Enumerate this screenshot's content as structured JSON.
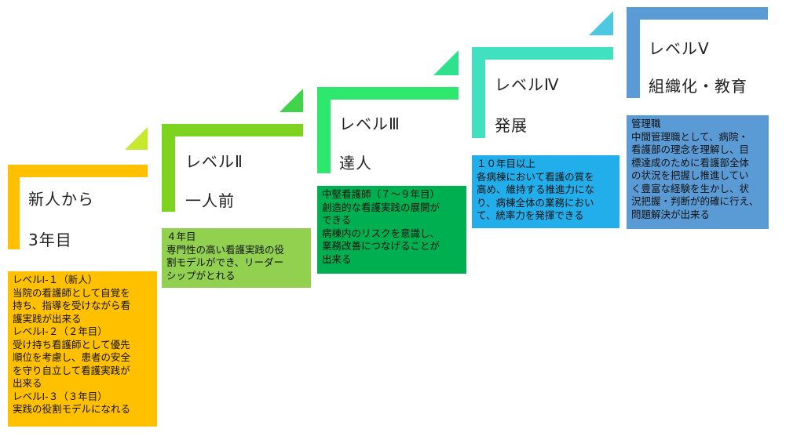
{
  "colors": {
    "level1": "#FFC000",
    "level2": "#7ED321",
    "level2_box": "#92D050",
    "level3": "#2EE86E",
    "level3_box": "#00B050",
    "level4": "#40E0C0",
    "level4_box": "#22AEEA",
    "level5": "#5B9BD5",
    "level5_tri": "#4CC8E0"
  },
  "levels": [
    {
      "title_line1": "新人から",
      "title_line2": "3年目",
      "desc": [
        "レベルⅠ-１（新人）",
        "当院の看護師として自覚を",
        "持ち、指導を受けながら看",
        "護実践が出来る",
        "レベルⅠ-２（２年目）",
        "受け持ち看護師として優先",
        "順位を考慮し、患者の安全",
        "を守り自立して看護実践が",
        "出来る",
        "レベルⅠ-３（３年目）",
        "実践の役割モデルになれる"
      ]
    },
    {
      "title_line1": "レベルⅡ",
      "title_line2": "一人前",
      "desc": [
        "４年目",
        "専門性の高い看護実践の役",
        "割モデルができ、リーダー",
        "シップがとれる"
      ]
    },
    {
      "title_line1": "レベルⅢ",
      "title_line2": "達人",
      "desc": [
        "中堅看護師（７～９年目）",
        "創造的な看護実践の展開が",
        "できる",
        "病棟内のリスクを意識し、",
        "業務改善につなげることが",
        "出来る"
      ]
    },
    {
      "title_line1": "レベルⅣ",
      "title_line2": "発展",
      "desc": [
        "１０年目以上",
        "各病棟において看護の質を",
        "高め、維持する推進力にな",
        "り、病棟全体の業務におい",
        "て、統率力を発揮できる"
      ]
    },
    {
      "title_line1": "レベルⅤ",
      "title_line2": "組織化・教育",
      "desc": [
        "管理職",
        "中間管理職として、病院・",
        "看護部の理念を理解し、目",
        "標達成のために看護部全体",
        "の状況を把握し推進してい",
        "く豊富な経験を生かし、状",
        "況把握・判断が的確に行え、",
        "問題解決が出来る"
      ]
    }
  ]
}
